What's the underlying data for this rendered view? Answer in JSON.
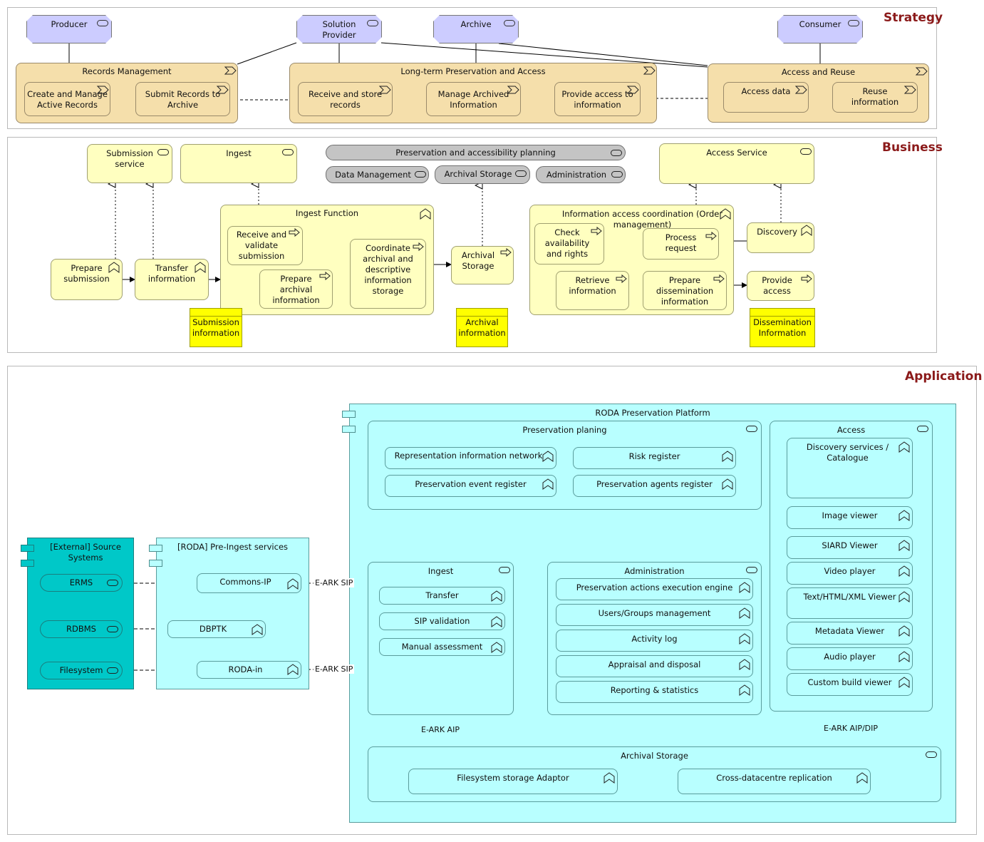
{
  "layers": {
    "strategy": "Strategy",
    "business": "Business",
    "application": "Application"
  },
  "strategy": {
    "actors": [
      "Producer",
      "Solution\nProvider",
      "Archive",
      "Consumer"
    ],
    "records_management": {
      "title": "Records Management",
      "items": [
        "Create and Manage\nActive Records",
        "Submit Records to\nArchive"
      ]
    },
    "long_term": {
      "title": "Long-term Preservation and Access",
      "items": [
        "Receive and store\nrecords",
        "Manage Archived\nInformation",
        "Provide access to\ninformation"
      ]
    },
    "access_reuse": {
      "title": "Access and Reuse",
      "items": [
        "Access data",
        "Reuse\ninformation"
      ]
    }
  },
  "business": {
    "services": {
      "submission": "Submission\nservice",
      "ingest": "Ingest",
      "planning": "Preservation and accessibility planning",
      "data_management": "Data Management",
      "archival_storage": "Archival Storage",
      "administration": "Administration",
      "access_service": "Access Service"
    },
    "prepare_submission": "Prepare\nsubmission",
    "transfer_information": "Transfer\ninformation",
    "ingest_function": {
      "title": "Ingest Function",
      "receive": "Receive and\nvalidate\nsubmission",
      "prepare": "Prepare\narchival\ninformation",
      "coordinate": "Coordinate\narchival and\ndescriptive\ninformation\nstorage"
    },
    "archival_storage_fn": "Archival\nStorage",
    "access_coordination": {
      "title": "Information access coordination (Order\nmanagement)",
      "check": "Check\navailability\nand rights",
      "process": "Process\nrequest",
      "retrieve": "Retrieve\ninformation",
      "prepare": "Prepare\ndissemination\ninformation"
    },
    "discovery": "Discovery",
    "provide_access": "Provide\naccess",
    "objects": {
      "submission": "Submission\ninformation",
      "archival": "Archival\ninformation",
      "dissemination": "Dissemination\nInformation"
    }
  },
  "application": {
    "external": {
      "title": "[External] Source\nSystems",
      "items": [
        "ERMS",
        "RDBMS",
        "Filesystem"
      ]
    },
    "pre_ingest": {
      "title": "[RODA] Pre-Ingest services",
      "items": [
        "Commons-IP",
        "DBPTK",
        "RODA-in"
      ]
    },
    "platform": {
      "title": "RODA Preservation Platform",
      "planning": {
        "title": "Preservation planing",
        "items": [
          "Representation information network",
          "Risk register",
          "Preservation event register",
          "Preservation agents register"
        ]
      },
      "access": {
        "title": "Access",
        "items": [
          "Discovery services /\nCatalogue",
          "Image viewer",
          "SIARD Viewer",
          "Video player",
          "Text/HTML/XML Viewer",
          "Metadata Viewer",
          "Audio player",
          "Custom build viewer"
        ]
      },
      "ingest": {
        "title": "Ingest",
        "items": [
          "Transfer",
          "SIP validation",
          "Manual assessment"
        ]
      },
      "administration": {
        "title": "Administration",
        "items": [
          "Preservation actions execution engine",
          "Users/Groups management",
          "Activity log",
          "Appraisal and disposal",
          "Reporting & statistics"
        ]
      },
      "archival_storage": {
        "title": "Archival Storage",
        "items": [
          "Filesystem storage Adaptor",
          "Cross-datacentre replication"
        ]
      }
    },
    "edge_labels": {
      "sip1": "E-ARK SIP",
      "sip2": "E-ARK SIP",
      "aip": "E-ARK AIP",
      "aipdip": "E-ARK AIP/DIP"
    }
  }
}
